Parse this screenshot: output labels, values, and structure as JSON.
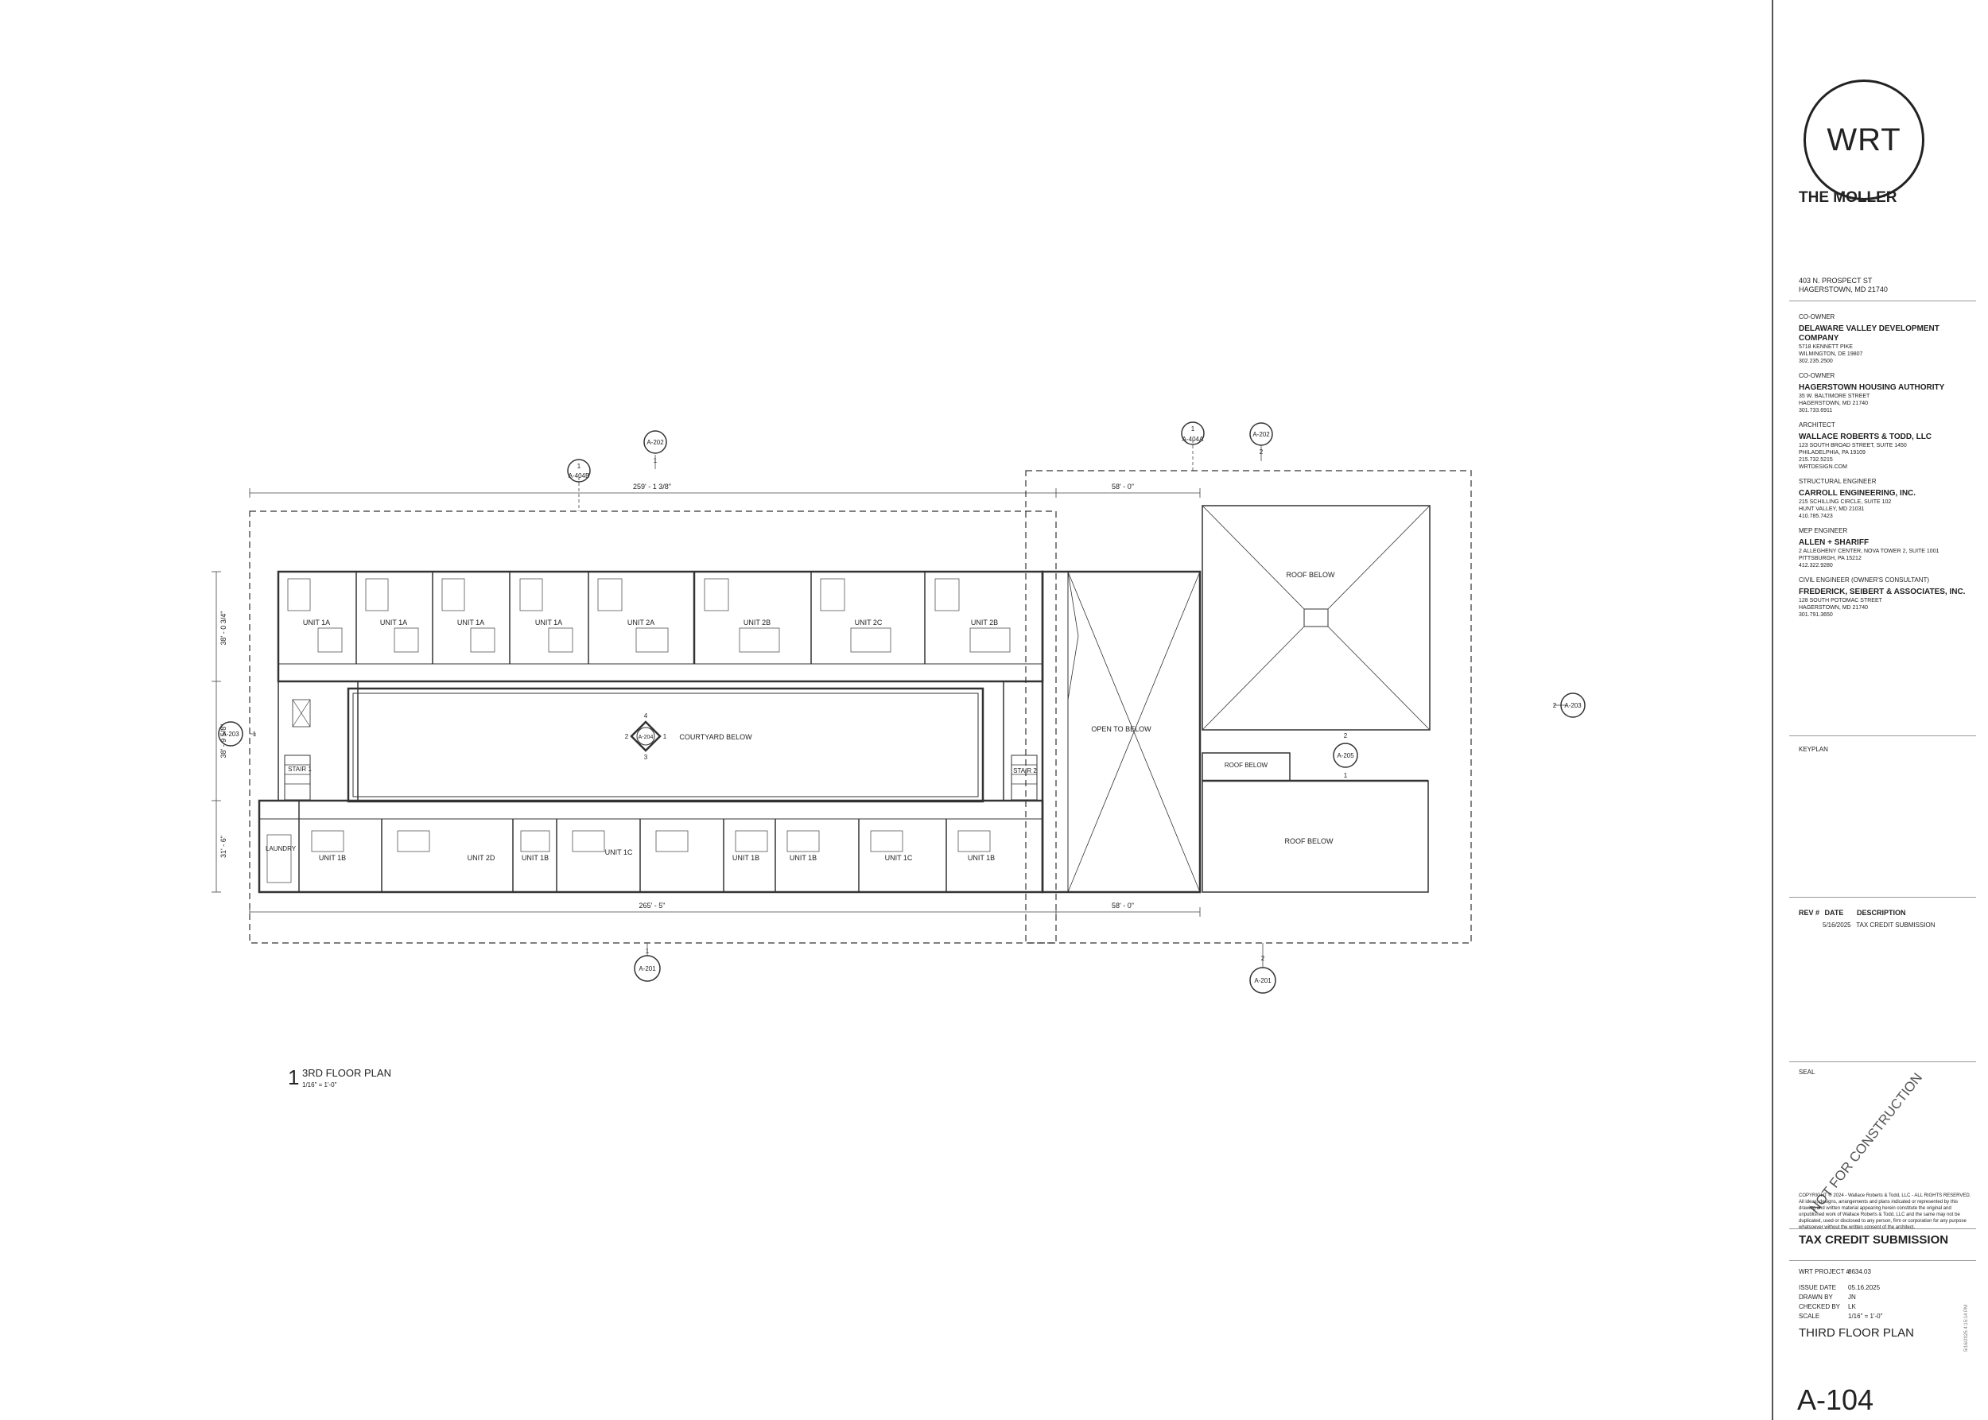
{
  "title_block": {
    "logo": "WRT",
    "project_name": "THE MOLLER",
    "address_line1": "403 N. PROSPECT ST",
    "address_line2": "HAGERSTOWN, MD 21740",
    "team": [
      {
        "role": "CO-OWNER",
        "firm": "DELAWARE VALLEY DEVELOPMENT COMPANY",
        "lines": [
          "5718 KENNETT PIKE",
          "WILMINGTON, DE 19807",
          "302.235.2500"
        ]
      },
      {
        "role": "CO-OWNER",
        "firm": "HAGERSTOWN HOUSING AUTHORITY",
        "lines": [
          "35 W. BALTIMORE STREET",
          "HAGERSTOWN, MD 21740",
          "301.733.6911"
        ]
      },
      {
        "role": "ARCHITECT",
        "firm": "WALLACE ROBERTS & TODD, LLC",
        "lines": [
          "123 SOUTH BROAD STREET, SUITE 1450",
          "PHILADELPHIA, PA 19109",
          "215.732.5215",
          "WRTDESIGN.COM"
        ]
      },
      {
        "role": "STRUCTURAL ENGINEER",
        "firm": "CARROLL ENGINEERING, INC.",
        "lines": [
          "215 SCHILLING CIRCLE, SUITE 102",
          "HUNT VALLEY, MD 21031",
          "410.785.7423"
        ]
      },
      {
        "role": "MEP ENGINEER",
        "firm": "ALLEN + SHARIFF",
        "lines": [
          "2 ALLEGHENY CENTER, NOVA TOWER 2, SUITE 1001",
          "PITTSBURGH, PA 15212",
          "412.322.9280"
        ]
      },
      {
        "role": "CIVIL ENGINEER (OWNER'S CONSULTANT)",
        "firm": "FREDERICK, SEIBERT & ASSOCIATES, INC.",
        "lines": [
          "128 SOUTH POTOMAC STREET",
          "HAGERSTOWN, MD 21740",
          "301.791.3650"
        ]
      }
    ],
    "keyplan_label": "KEYPLAN",
    "revisions": {
      "headers": [
        "REV #",
        "DATE",
        "DESCRIPTION"
      ],
      "rows": [
        {
          "rev": "",
          "date": "5/16/2025",
          "description": "TAX CREDIT SUBMISSION"
        }
      ]
    },
    "seal_label": "SEAL",
    "seal_text": "NOT FOR CONSTRUCTION",
    "copyright": "COPYRIGHT © 2024 - Wallace Roberts & Todd, LLC - ALL RIGHTS RESERVED. All ideas, designs, arrangements and plans indicated or represented by this drawing and written material appearing herein constitute the original and unpublished work of Wallace Roberts & Todd, LLC and the same may not be duplicated, used or disclosed to any person, firm or corporation for any purpose whatsoever without the written consent of the architect.",
    "phase": "TAX CREDIT SUBMISSION",
    "info": [
      {
        "label": "WRT PROJECT #",
        "value": "8634.03"
      },
      {
        "label": "ISSUE DATE",
        "value": "05.16.2025"
      },
      {
        "label": "DRAWN BY",
        "value": "JN"
      },
      {
        "label": "CHECKED BY",
        "value": "LK"
      },
      {
        "label": "SCALE",
        "value": "1/16\" = 1'-0\""
      }
    ],
    "sheet_title": "THIRD FLOOR PLAN",
    "sheet_number": "A-104",
    "file_tag": "5/16/2025 4:15:14 PM"
  },
  "drawing": {
    "number": "1",
    "title": "3RD FLOOR PLAN",
    "scale": "1/16\" = 1'-0\"",
    "north_units": [
      "UNIT 1A",
      "UNIT 1A",
      "UNIT 1A",
      "UNIT 1A",
      "UNIT 2A",
      "UNIT 2B",
      "UNIT 2C",
      "UNIT 2B"
    ],
    "south_units": [
      "UNIT 1B",
      "UNIT 2D",
      "UNIT 1B",
      "UNIT 1C",
      "UNIT 1B",
      "UNIT 1B",
      "UNIT 1C",
      "UNIT 1B"
    ],
    "laundry": "LAUNDRY",
    "stair1": "STAIR 1",
    "stair2": "STAIR 2",
    "courtyard": "COURTYARD BELOW",
    "open_to_below": "OPEN TO BELOW",
    "roof_below": "ROOF BELOW",
    "dims": {
      "overall_top": "259' - 1 3/8\"",
      "overall_bottom": "265' - 5\"",
      "right_top": "58' - 0\"",
      "right_bottom": "58' - 0\"",
      "left_1": "38' - 0 3/4\"",
      "left_2": "38' - 9 5/8\"",
      "left_3": "31' - 6\""
    },
    "callouts": {
      "a202": "A-202",
      "a404b": "A-404B",
      "a404a": "A-404A",
      "a201": "A-201",
      "a203": "A-203",
      "a205": "A-205",
      "a204": "A-204",
      "n1": "1",
      "n2": "2",
      "n3": "3",
      "n4": "4"
    }
  }
}
